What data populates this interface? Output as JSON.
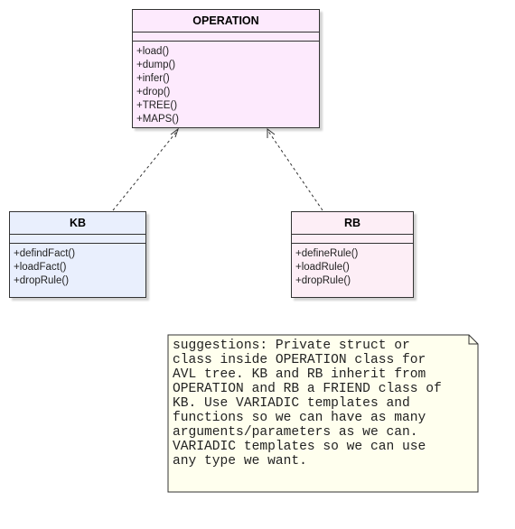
{
  "classes": {
    "operation": {
      "name": "OPERATION",
      "operations": [
        "+load()",
        "+dump()",
        "+infer()",
        "+drop()",
        "+TREE()",
        "+MAPS()"
      ]
    },
    "kb": {
      "name": "KB",
      "operations": [
        "+defindFact()",
        "+loadFact()",
        "+dropRule()"
      ]
    },
    "rb": {
      "name": "RB",
      "operations": [
        "+defineRule()",
        "+loadRule()",
        "+dropRule()"
      ]
    }
  },
  "note": {
    "lines": [
      "suggestions: Private struct or",
      "class inside OPERATION class for",
      "AVL tree. KB and RB inherit from",
      "OPERATION and RB a FRIEND class of",
      "KB. Use VARIADIC templates and",
      "functions so we can have as many",
      "arguments/parameters as we can.",
      "VARIADIC templates so we can use",
      "any type we want."
    ]
  },
  "colors": {
    "operation_fill": "#fdeafd",
    "kb_fill": "#e9effd",
    "rb_fill": "#fdeef6",
    "note_fill": "#ffffee",
    "stroke": "#333333"
  }
}
